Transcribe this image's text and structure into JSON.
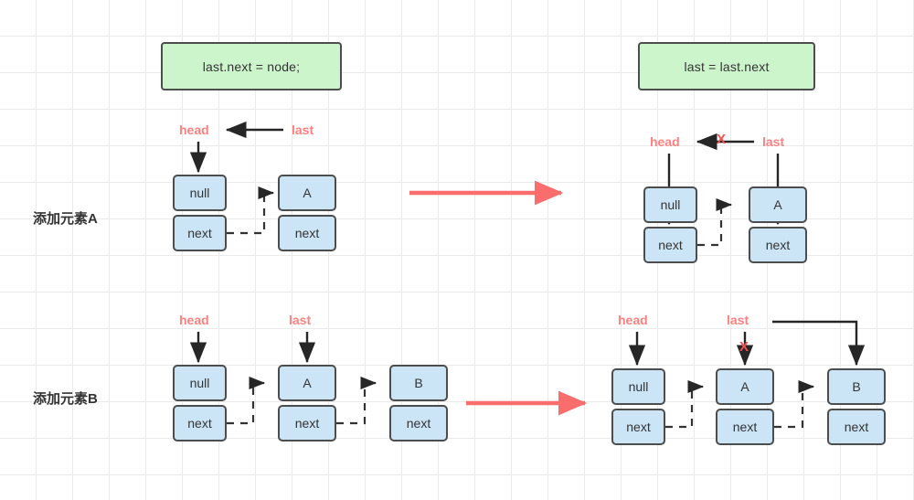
{
  "diagram": {
    "title_labels": {
      "row1": "添加元素A",
      "row2": "添加元素B"
    },
    "code_boxes": {
      "left": "last.next = node;",
      "right": "last = last.next"
    },
    "pointers": {
      "head": "head",
      "last": "last"
    },
    "x_mark": "X",
    "node_values": {
      "null": "null",
      "next": "next",
      "a": "A",
      "b": "B"
    },
    "row1": {
      "before": {
        "head_label": "head",
        "last_label": "last",
        "nodes": [
          {
            "value": "null",
            "next": "next"
          },
          {
            "value": "A",
            "next": "next"
          }
        ]
      },
      "after": {
        "head_label": "head",
        "last_label": "last",
        "x_mark": "X",
        "nodes": [
          {
            "value": "null",
            "next": "next"
          },
          {
            "value": "A",
            "next": "next"
          }
        ]
      }
    },
    "row2": {
      "before": {
        "head_label": "head",
        "last_label": "last",
        "nodes": [
          {
            "value": "null",
            "next": "next"
          },
          {
            "value": "A",
            "next": "next"
          },
          {
            "value": "B",
            "next": "next"
          }
        ]
      },
      "after": {
        "head_label": "head",
        "last_label": "last",
        "x_mark": "X",
        "nodes": [
          {
            "value": "null",
            "next": "next"
          },
          {
            "value": "A",
            "next": "next"
          },
          {
            "value": "B",
            "next": "next"
          }
        ]
      }
    },
    "colors": {
      "code_box_fill": "#ccf5cc",
      "node_fill": "#cce5f6",
      "border": "#4d4d4d",
      "pointer_label": "#ff8080",
      "transition_arrow": "#f96d6d",
      "x_mark": "#f4514f",
      "grid": "#eaeaea",
      "background": "#ffffff"
    }
  }
}
